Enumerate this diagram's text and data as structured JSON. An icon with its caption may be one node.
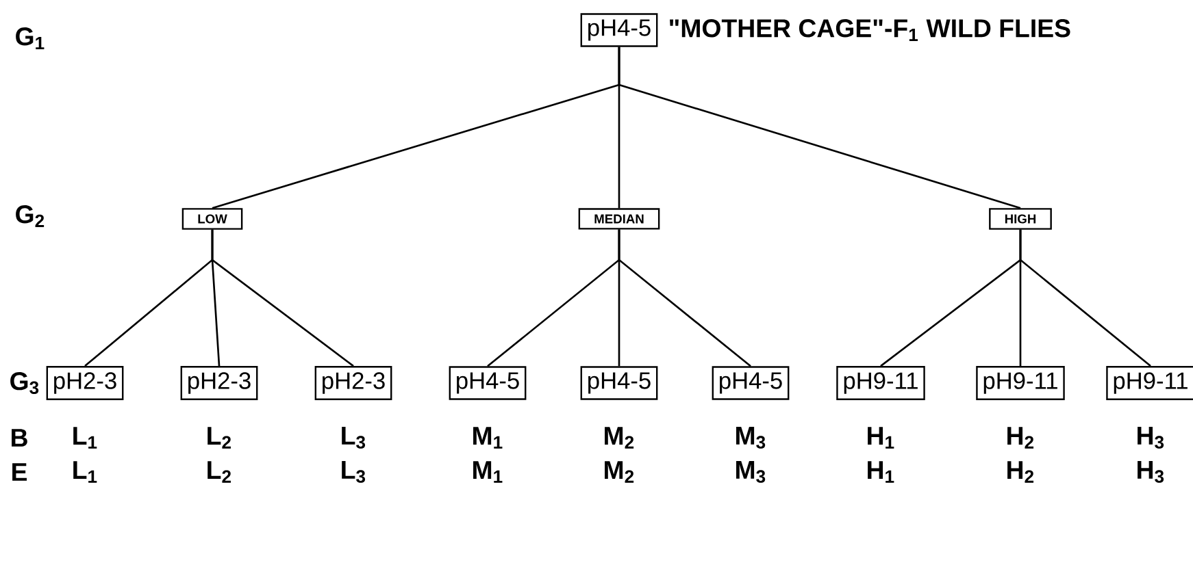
{
  "diagram": {
    "nodes": [
      {
        "text": [
          "pH4-5"
        ],
        "beside": [
          "\"MOTHER CAGE\"-F$_{1}$ WILD FLIES"
        ]
      },
      {
        "text": [
          "LOW"
        ]
      },
      {
        "text": [
          "MEDIAN"
        ]
      },
      {
        "text": [
          "HIGH"
        ]
      },
      {
        "text": [
          "pH2-3"
        ],
        "beside": [
          "L$_{1}$",
          "L$_{1}$"
        ]
      },
      {
        "text": [
          "pH2-3"
        ],
        "beside": [
          "L$_{2}$",
          "L$_{2}$"
        ]
      },
      {
        "text": [
          "pH2-3"
        ],
        "beside": [
          "L$_{3}$",
          "L$_{3}$"
        ]
      },
      {
        "text": [
          "pH4-5"
        ],
        "beside": [
          "M$_{1}$",
          "M$_{1}$"
        ]
      },
      {
        "text": [
          "pH4-5"
        ],
        "beside": [
          "M$_{2}$",
          "M$_{2}$"
        ]
      },
      {
        "text": [
          "pH4-5"
        ],
        "beside": [
          "M$_{3}$",
          "M$_{3}$"
        ]
      },
      {
        "text": [
          "pH9-11"
        ],
        "beside": [
          "H$_{1}$",
          "H$_{1}$"
        ]
      },
      {
        "text": [
          "pH9-11"
        ],
        "beside": [
          "H$_{2}$",
          "H$_{2}$"
        ]
      },
      {
        "text": [
          "pH9-11"
        ],
        "beside": [
          "H$_{3}$",
          "H$_{3}$"
        ]
      }
    ],
    "edges": [
      {
        "from": 0,
        "to": 1,
        "arrow": "none"
      },
      {
        "from": 0,
        "to": 2,
        "arrow": "none"
      },
      {
        "from": 0,
        "to": 3,
        "arrow": "none"
      },
      {
        "from": 1,
        "to": 4,
        "arrow": "none"
      },
      {
        "from": 1,
        "to": 5,
        "arrow": "none"
      },
      {
        "from": 1,
        "to": 6,
        "arrow": "none"
      },
      {
        "from": 2,
        "to": 7,
        "arrow": "none"
      },
      {
        "from": 2,
        "to": 8,
        "arrow": "none"
      },
      {
        "from": 2,
        "to": 9,
        "arrow": "none"
      },
      {
        "from": 3,
        "to": 10,
        "arrow": "none"
      },
      {
        "from": 3,
        "to": 11,
        "arrow": "none"
      },
      {
        "from": 3,
        "to": 12,
        "arrow": "none"
      }
    ],
    "labels": [
      "G$_{1}$",
      "G$_{2}$",
      "G$_{3}$",
      "B",
      "E"
    ]
  }
}
